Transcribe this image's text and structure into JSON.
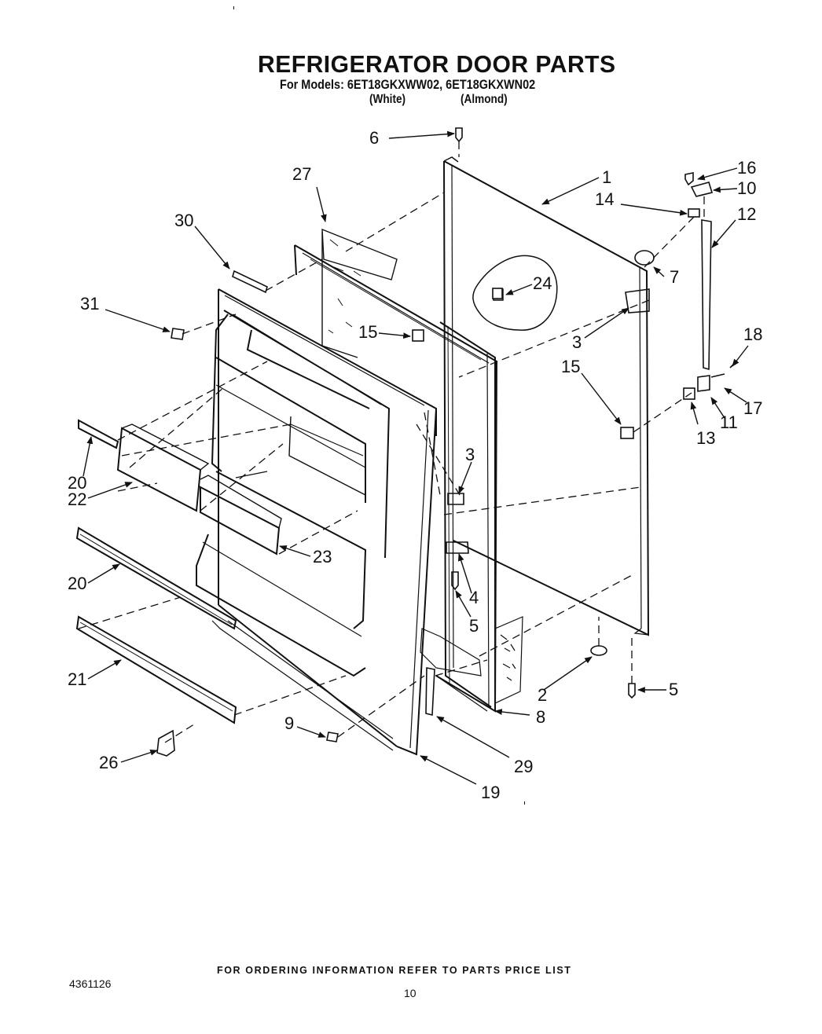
{
  "header": {
    "title": "REFRIGERATOR DOOR PARTS",
    "models_line": "For Models: 6ET18GKXWW02,  6ET18GKXWN02",
    "colors": [
      "(White)",
      "(Almond)"
    ]
  },
  "callouts": {
    "c1": "1",
    "c2": "2",
    "c3a": "3",
    "c3b": "3",
    "c4": "4",
    "c5a": "5",
    "c5b": "5",
    "c6": "6",
    "c7": "7",
    "c8": "8",
    "c9": "9",
    "c10": "10",
    "c11": "11",
    "c12": "12",
    "c13": "13",
    "c14": "14",
    "c15a": "15",
    "c15b": "15",
    "c16": "16",
    "c17": "17",
    "c18": "18",
    "c19": "19",
    "c20a": "20",
    "c20b": "20",
    "c21": "21",
    "c22": "22",
    "c23": "23",
    "c24": "24",
    "c26": "26",
    "c27": "27",
    "c29": "29",
    "c30": "30",
    "c31": "31"
  },
  "footer": {
    "note": "FOR ORDERING INFORMATION REFER TO PARTS PRICE LIST",
    "doc_number": "4361126",
    "page_number": "10"
  }
}
